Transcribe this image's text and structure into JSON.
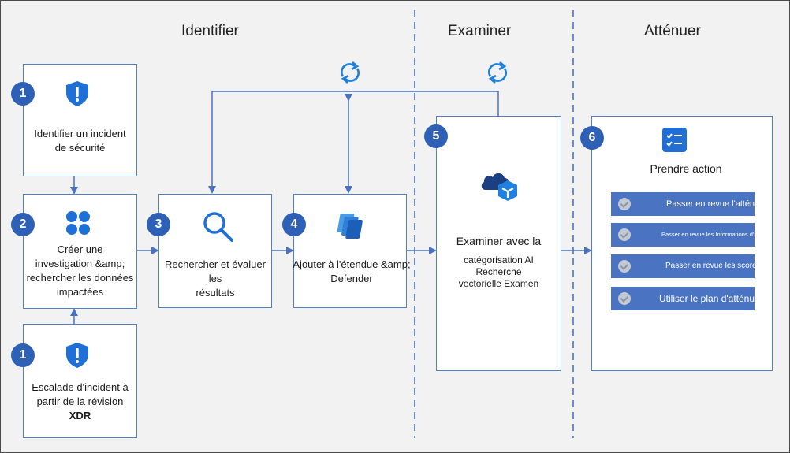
{
  "phases": {
    "identify": "Identifier",
    "examine": "Examiner",
    "mitigate": "Atténuer"
  },
  "steps": {
    "s1a": {
      "number": "1",
      "line1": "Identifier un incident",
      "line2": "de sécurité"
    },
    "s1b": {
      "number": "1",
      "line1": "Escalade d'incident à",
      "line2": "partir de la révision",
      "line3": "XDR"
    },
    "s2": {
      "number": "2",
      "line1": "Créer une",
      "line2": "investigation &amp;",
      "line3": "rechercher les données",
      "line4": "impactées"
    },
    "s3": {
      "number": "3",
      "line1": "Rechercher et évaluer les",
      "line2": "résultats"
    },
    "s4": {
      "number": "4",
      "line1": "Ajouter à l'étendue &amp;",
      "line2": "Defender"
    },
    "s5": {
      "number": "5",
      "line1": "Examiner avec la",
      "line2": "catégorisation AI",
      "line3": "Recherche",
      "line4": "vectorielle Examen"
    },
    "s6": {
      "number": "6",
      "title": "Prendre action",
      "actions": [
        "Passer en revue l'atténuation",
        "Passer en revue les Informations d'identification",
        "Passer en revue les scores de risque",
        "Utiliser le plan d'atténuation"
      ]
    }
  },
  "colors": {
    "accent": "#2e60b5",
    "button": "#4a74c2",
    "connector": "#4a72c0",
    "shield": "#1f6fd6"
  },
  "icons": [
    "shield-alert-icon",
    "four-dots-icon",
    "search-icon",
    "stacked-pages-icon",
    "cloud-cube-icon",
    "checklist-icon",
    "refresh-icon"
  ]
}
